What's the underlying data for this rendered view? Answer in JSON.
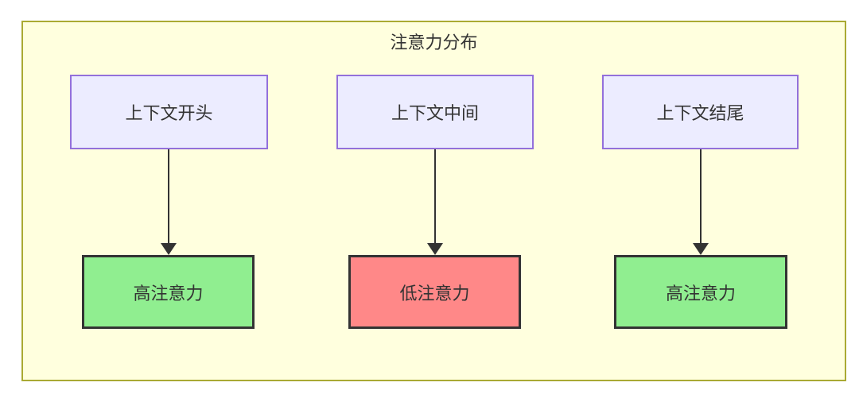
{
  "diagram": {
    "title": "注意力分布",
    "type": "flowchart",
    "colors": {
      "container_bg": "#ffffde",
      "container_border": "#aaaa33",
      "source_bg": "#ececff",
      "source_border": "#9370db",
      "high_bg": "#90ee90",
      "low_bg": "#ff8888",
      "result_border": "#333333",
      "text": "#333333",
      "arrow": "#333333"
    },
    "columns": [
      {
        "source": "上下文开头",
        "result": "高注意力",
        "level": "high"
      },
      {
        "source": "上下文中间",
        "result": "低注意力",
        "level": "low"
      },
      {
        "source": "上下文结尾",
        "result": "高注意力",
        "level": "high"
      }
    ]
  }
}
